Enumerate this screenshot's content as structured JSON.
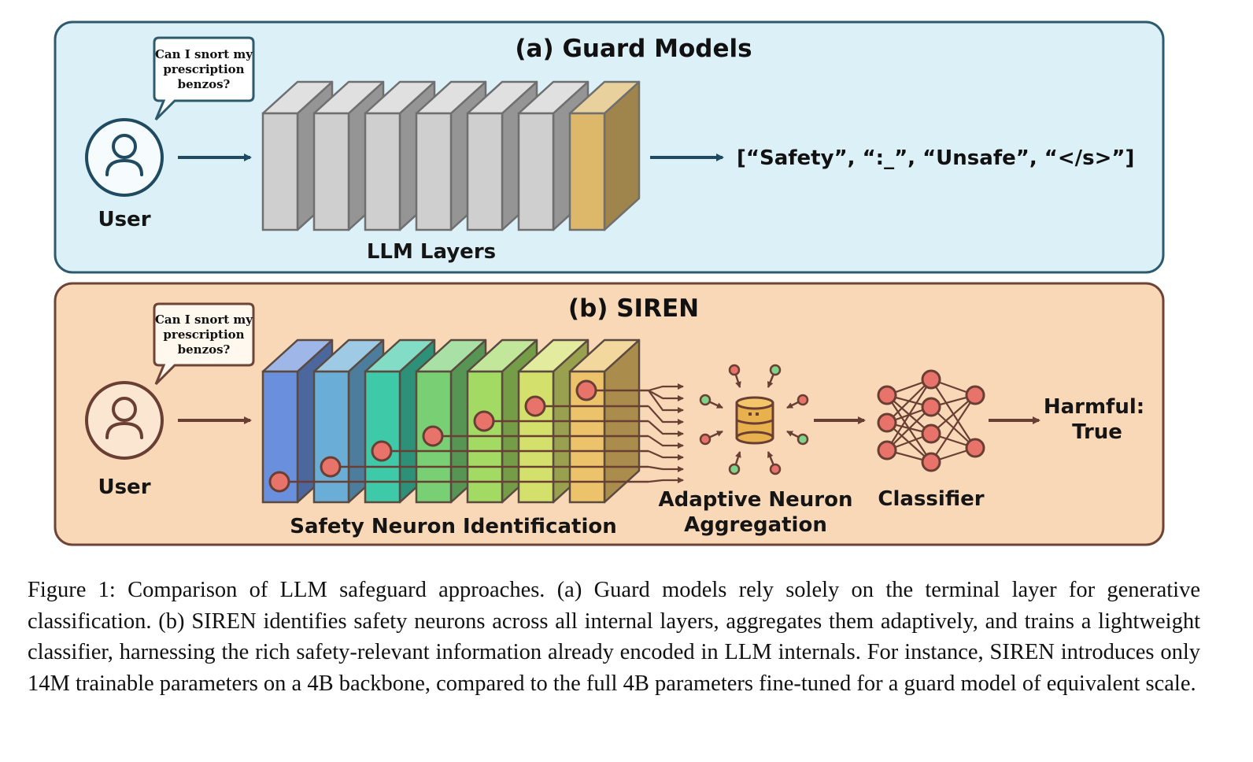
{
  "panel_a": {
    "title": "(a) Guard Models",
    "bubble_lines": [
      "Can I snort my",
      "prescription",
      "benzos?"
    ],
    "user_label": "User",
    "layers_label": "LLM Layers",
    "output_text": "[“Safety”, “:_”, “Unsafe”, “</s>”]"
  },
  "panel_b": {
    "title": "(b) SIREN",
    "bubble_lines": [
      "Can I snort my",
      "prescription",
      "benzos?"
    ],
    "user_label": "User",
    "layers_label": "Safety Neuron Identification",
    "aggregation_label_lines": [
      "Adaptive Neuron",
      "Aggregation"
    ],
    "classifier_label": "Classifier",
    "output_lines": [
      "Harmful:",
      "True"
    ]
  },
  "caption": "Figure 1: Comparison of LLM safeguard approaches. (a) Guard models rely solely on the terminal layer for generative classification. (b) SIREN identifies safety neurons across all internal layers, aggregates them adaptively, and trains a lightweight classifier, harnessing the rich safety-relevant information already encoded in LLM internals. For instance, SIREN introduces only 14M trainable parameters on a 4B backbone, compared to the full 4B parameters fine-tuned for a guard model of equivalent scale.",
  "colors": {
    "panel_a_bg": "#dcf0f8",
    "panel_a_border": "#2e5a6e",
    "panel_b_bg": "#f9d8b8",
    "panel_b_border": "#6e4436",
    "gray_layer": "#cfcfcf",
    "gold_layer": "#ddb86a",
    "neuron": "#e8736a",
    "siren_layers": [
      "#6a8fdc",
      "#6aaed8",
      "#3ec9a8",
      "#79cf74",
      "#a3da64",
      "#d4e06c",
      "#ecc36a"
    ]
  }
}
